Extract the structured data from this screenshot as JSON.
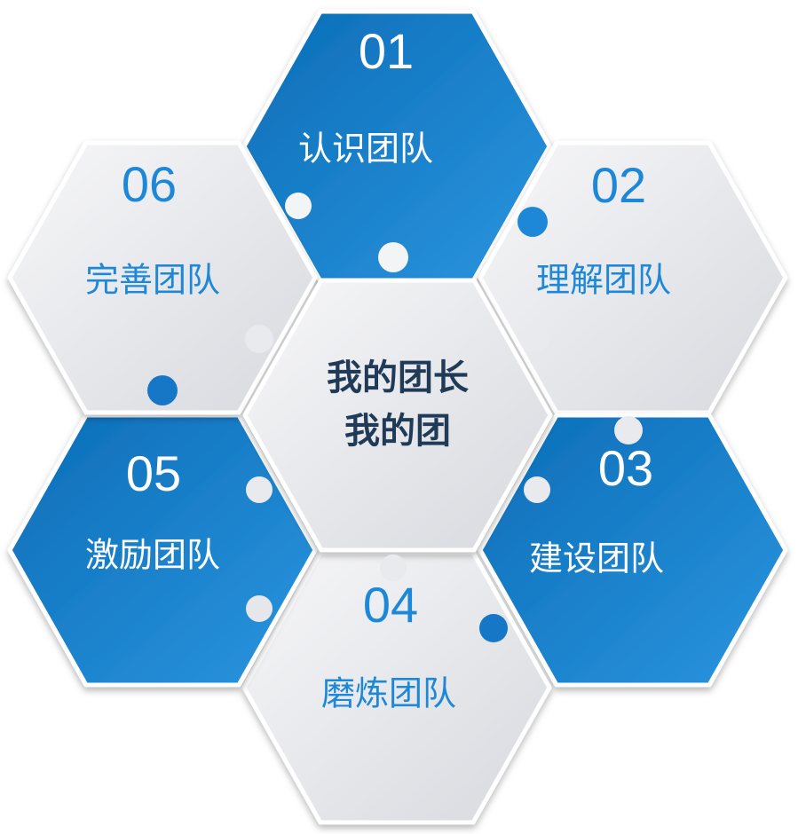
{
  "colors": {
    "blue_dark": "#0b6db7",
    "blue_light": "#2b95df",
    "gray_light": "#f7f7f9",
    "gray_dark": "#d7d9de",
    "number_on_gray": "#1e88d8",
    "text_on_blue": "#ffffff",
    "center_text": "#1f3b57"
  },
  "center": {
    "line1": "我的团长",
    "line2": "我的团"
  },
  "segments": [
    {
      "id": "01",
      "number": "01",
      "label": "认识团队",
      "style": "blue"
    },
    {
      "id": "02",
      "number": "02",
      "label": "理解团队",
      "style": "gray"
    },
    {
      "id": "03",
      "number": "03",
      "label": "建设团队",
      "style": "blue"
    },
    {
      "id": "04",
      "number": "04",
      "label": "磨炼团队",
      "style": "gray"
    },
    {
      "id": "05",
      "number": "05",
      "label": "激励团队",
      "style": "blue"
    },
    {
      "id": "06",
      "number": "06",
      "label": "完善团队",
      "style": "gray"
    }
  ]
}
